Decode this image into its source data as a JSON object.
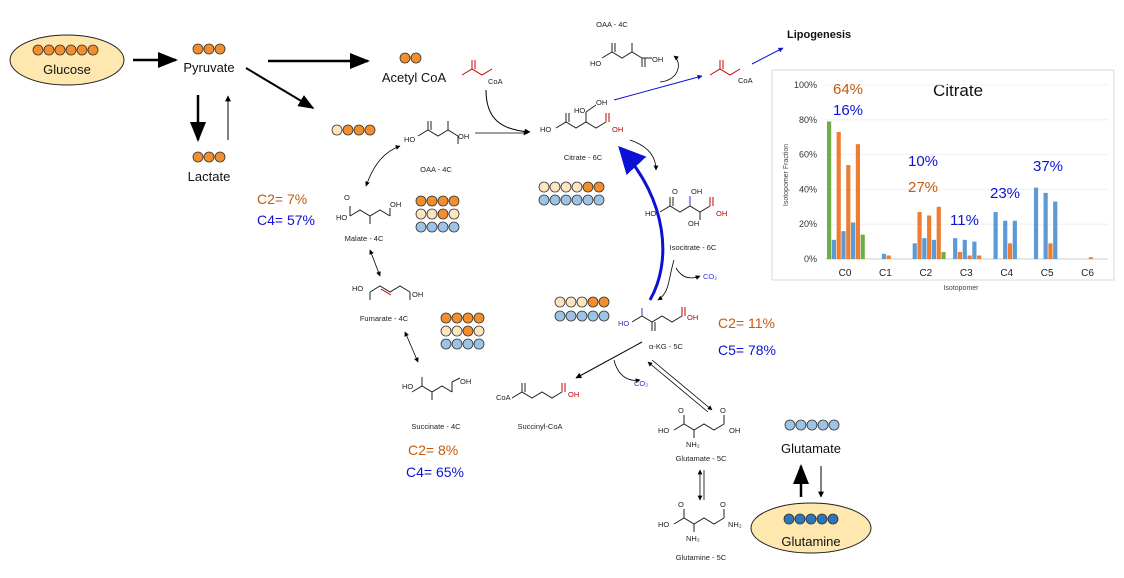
{
  "metabolites": {
    "glucose": "Glucose",
    "pyruvate": "Pyruvate",
    "acetyl_coa": "Acetyl CoA",
    "lactate": "Lactate",
    "lipogenesis": "Lipogenesis",
    "glutamate_big": "Glutamate",
    "glutamine_big": "Glutamine"
  },
  "structures": {
    "oaa_top": "OAA - 4C",
    "oaa": "OAA - 4C",
    "citrate": "Citrate - 6C",
    "isocitrate": "Isocitrate - 6C",
    "akg": "α-KG - 5C",
    "succinyl_coa": "Succinyl-CoA",
    "succinate": "Succinate - 4C",
    "fumarate": "Fumarate - 4C",
    "malate": "Malate - 4C",
    "glutamate": "Glutamate - 5C",
    "glutamine": "Glutamine - 5C"
  },
  "atoms": {
    "ho": "HO",
    "oh": "OH",
    "o": "O",
    "coa": "CoA",
    "nh2": "NH₂",
    "co2": "CO₂"
  },
  "annotations": {
    "malate_c2": "C2=  7%",
    "malate_c4": "C4= 57%",
    "akg_c2": "C2= 11%",
    "akg_c5": "C5= 78%",
    "succ_c2": "C2=  8%",
    "succ_c4": "C4= 65%"
  },
  "colors": {
    "orange": "#f28e2b",
    "light_orange": "#fde5c0",
    "blue_circle": "#9dc3e6",
    "dark_blue_circle": "#2e75b6",
    "glucose_fill": "#ffe8b0",
    "annot_orange": "#c55a11",
    "annot_blue": "#0b12d6",
    "bar_green": "#70ad47",
    "bar_orange": "#ed7d31",
    "bar_blue": "#5b9bd5"
  },
  "chart_data": {
    "type": "bar",
    "title": "Citrate",
    "xlabel": "Isotopomer",
    "ylabel": "Isotopomer Fraction",
    "ylim": [
      0,
      100
    ],
    "y_ticks": [
      "0%",
      "20%",
      "40%",
      "60%",
      "80%",
      "100%"
    ],
    "categories": [
      "C0",
      "C1",
      "C2",
      "C3",
      "C4",
      "C5",
      "C6"
    ],
    "series": [
      {
        "color": "#70ad47",
        "values": [
          79,
          0,
          0,
          0,
          0,
          0,
          0
        ]
      },
      {
        "color": "#5b9bd5",
        "values": [
          11,
          0,
          9,
          12,
          27,
          41,
          0
        ]
      },
      {
        "color": "#ed7d31",
        "values": [
          73,
          0,
          27,
          4,
          0,
          0,
          0
        ]
      },
      {
        "color": "#5b9bd5",
        "values": [
          16,
          3,
          12,
          11,
          22,
          38,
          0
        ]
      },
      {
        "color": "#ed7d31",
        "values": [
          54,
          2,
          25,
          2,
          9,
          9,
          1
        ]
      },
      {
        "color": "#5b9bd5",
        "values": [
          21,
          0,
          11,
          10,
          22,
          33,
          0
        ]
      },
      {
        "color": "#ed7d31",
        "values": [
          66,
          0,
          30,
          2,
          0,
          0,
          0
        ]
      },
      {
        "color": "#70ad47",
        "values": [
          14,
          0,
          4,
          0,
          0,
          0,
          0
        ]
      }
    ],
    "annotations": [
      {
        "text": "64%",
        "color": "#c55a11"
      },
      {
        "text": "16%",
        "color": "#0b12d6"
      },
      {
        "text": "10%",
        "color": "#0b12d6"
      },
      {
        "text": "27%",
        "color": "#c55a11"
      },
      {
        "text": "11%",
        "color": "#0b12d6"
      },
      {
        "text": "23%",
        "color": "#0b12d6"
      },
      {
        "text": "37%",
        "color": "#0b12d6"
      }
    ]
  }
}
